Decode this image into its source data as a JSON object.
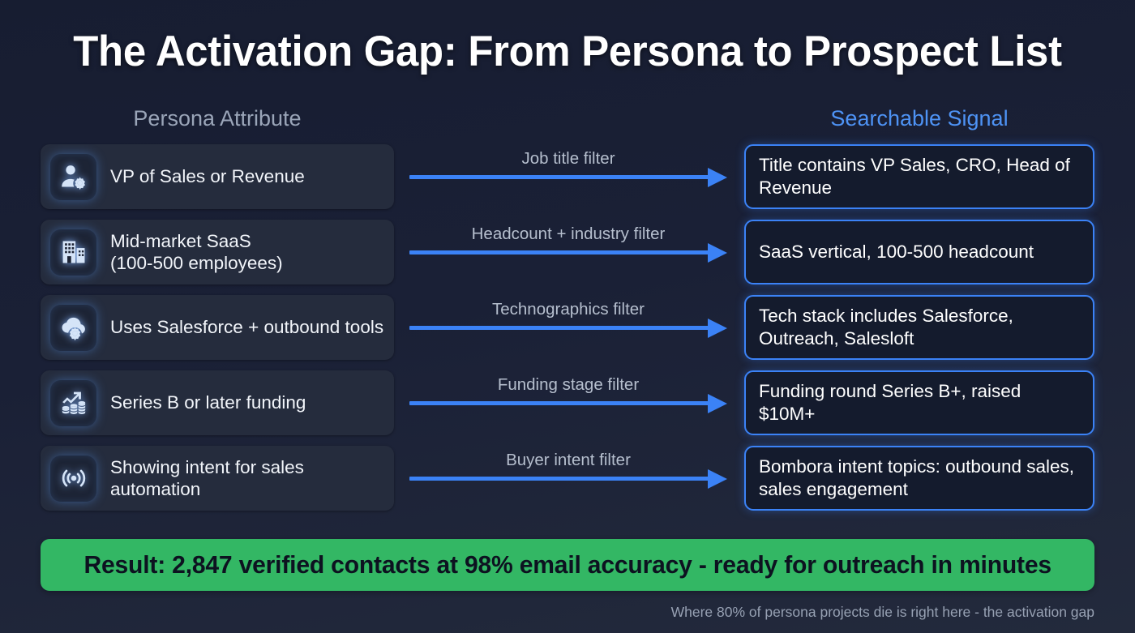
{
  "title": "The Activation Gap: From Persona to Prospect List",
  "colors": {
    "background": "#1a2036",
    "accent_blue": "#3b82f6",
    "header_blue": "#4e93f5",
    "header_gray": "#9aa5b8",
    "result_green": "#33b764",
    "card_bg": "#252c3d",
    "signal_bg": "#141b2d"
  },
  "headers": {
    "left": "Persona Attribute",
    "right": "Searchable Signal"
  },
  "rows": [
    {
      "icon": "user-gear-icon",
      "persona": "VP of Sales or Revenue",
      "arrow_label": "Job title filter",
      "signal": "Title contains VP Sales, CRO, Head of Revenue"
    },
    {
      "icon": "building-icon",
      "persona": "Mid-market SaaS\n(100-500 employees)",
      "arrow_label": "Headcount + industry filter",
      "signal": "SaaS vertical, 100-500 headcount"
    },
    {
      "icon": "cloud-gear-icon",
      "persona": "Uses Salesforce + outbound tools",
      "arrow_label": "Technographics filter",
      "signal": "Tech stack includes Salesforce, Outreach, Salesloft"
    },
    {
      "icon": "money-growth-icon",
      "persona": "Series B or later funding",
      "arrow_label": "Funding stage filter",
      "signal": "Funding round Series B+, raised $10M+"
    },
    {
      "icon": "broadcast-signal-icon",
      "persona": "Showing intent for sales automation",
      "arrow_label": "Buyer intent filter",
      "signal": "Bombora intent topics: outbound sales, sales engagement"
    }
  ],
  "result": {
    "text": "Result: 2,847 verified contacts at 98% email accuracy - ready for outreach in minutes"
  },
  "footer": {
    "note": "Where 80% of persona projects die is right here - the activation gap"
  }
}
